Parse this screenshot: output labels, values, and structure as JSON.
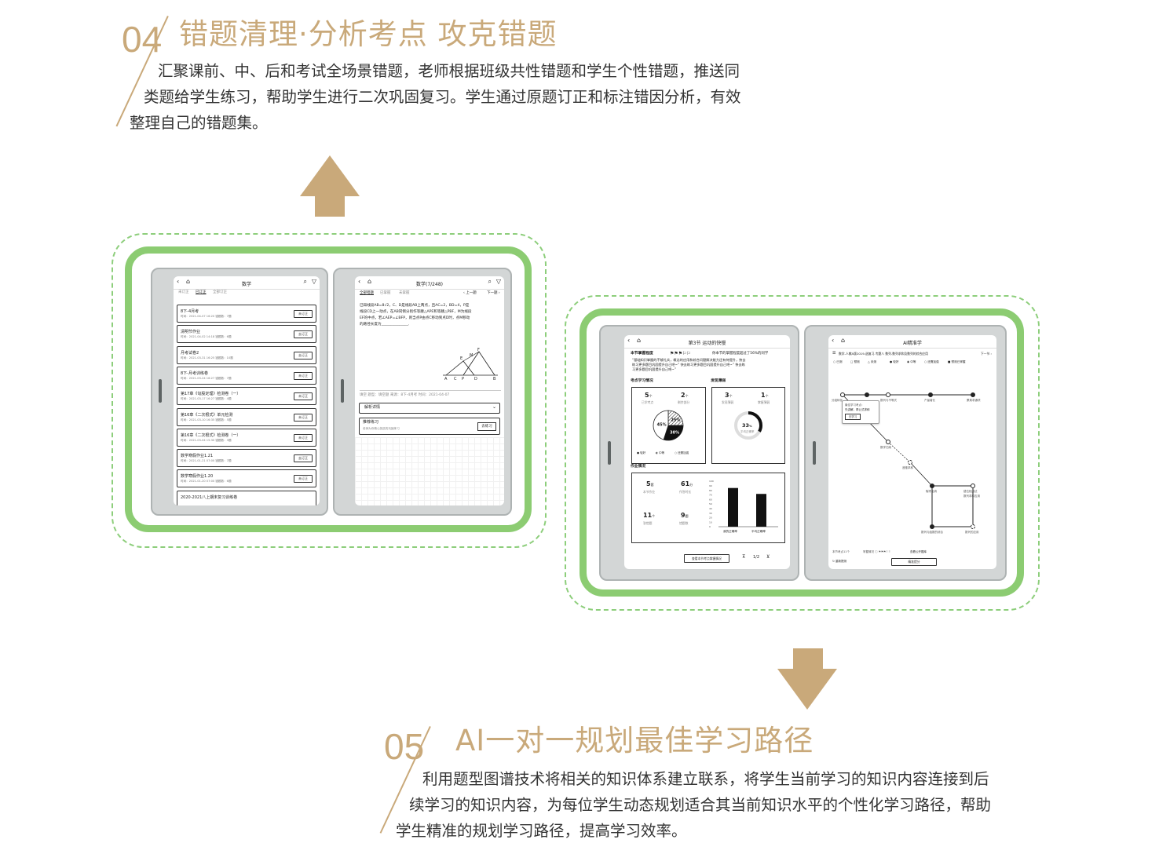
{
  "section04": {
    "number": "04",
    "title": "错题清理·分析考点 攻克错题",
    "lines": [
      "汇聚课前、中、后和考试全场景错题，老师根据班级共性错题和学生个性错题，推送同",
      "类题给学生练习，帮助学生进行二次巩固复习。学生通过原题订正和标注错因分析，有效",
      "整理自己的错题集。"
    ]
  },
  "section05": {
    "number": "05",
    "title": "AI一对一规划最佳学习路径",
    "lines": [
      "利用题型图谱技术将相关的知识体系建立联系，将学生当前学习的知识内容连接到后",
      "续学习的知识内容，为每位学生动态规划适合其当前知识水平的个性化学习路径，帮助",
      "学生精准的规划学习路径，提高学习效率。"
    ]
  },
  "colors": {
    "accent": "#c9a97a",
    "green": "#8ccc72",
    "dash": "#8dce7b"
  },
  "screen1": {
    "title": "数学",
    "tabs": [
      "未订正",
      "已订正",
      "全部订正"
    ],
    "items": [
      {
        "title": "8下-4月考",
        "sub": "时间：2021-04-07 16:20  错题数：7题",
        "tag": "未订正"
      },
      {
        "title": "清明节作业",
        "sub": "时间：2021-04-02 14:18  错题数：6题",
        "tag": "去订正"
      },
      {
        "title": "月考试卷2",
        "sub": "时间：2021-03-31 16:25  错题数：10题",
        "tag": "去订正"
      },
      {
        "title": "8下-月考训练卷",
        "sub": "时间：2021-03-24 16:27  错题数：7题",
        "tag": "未订正"
      },
      {
        "title": "第17章《勾股定理》检测卷（一）",
        "sub": "时间：2021-03-17 16:27  错题数：4题",
        "tag": "未订正"
      },
      {
        "title": "第16章《二次根式》单元检测",
        "sub": "时间：2021-03-10 16:35  错题数：5题",
        "tag": "未订正"
      },
      {
        "title": "第16章《二次根式》检测卷（一）",
        "sub": "时间：2021-03-04 15:30  错题数：3题",
        "tag": "未订正"
      },
      {
        "title": "数学寒假作业1.21",
        "sub": "时间：2021-01-21 07:00  错题数：7题",
        "tag": "去订正"
      },
      {
        "title": "数学寒假作业1.20",
        "sub": "时间：2021-01-20 07:00  错题数：6题",
        "tag": "未订正"
      },
      {
        "title": "2020-2021八上期末复习训练卷",
        "sub": "",
        "tag": ""
      }
    ]
  },
  "screen2": {
    "title": "数学(7/248)",
    "tabs": [
      "全部错题",
      "已掌握",
      "未掌握"
    ],
    "prev": "上一题",
    "next": "下一题",
    "question": [
      "已知线段AB=8√2，C、D是线段AB上两点，且AC=2，BD=4，P是",
      "线段CD上一动点，在AB同侧分别作等腰△APE和等腰△PBF，M为线段",
      "EF的中点，若∠AEP=∠BFP，则当点P由点C移动到点D时，点M移动",
      "的路径长度为_______________."
    ],
    "meta": "填空  题型：填空题  来源：8下-4月考  时间：2021-04-07",
    "analysis": "解析详情",
    "recommend": "推荐练习",
    "recommend_sub": "老师为你精心挑选的巩固练习",
    "practice": "去练习"
  },
  "screen3": {
    "title": "第3节 运动的快慢",
    "mastery_label": "本节掌握程度",
    "beat_text": "你本节的掌握程度超过了56%的同学",
    "advice": [
      "“基础知识掌握的不够扎实，概念的应用和综合问题解决能力还有待提升，快去",
      "练习更多题目巩固提升自己吧~” 快去练习更多题目巩固提升自己吧~” 快去练",
      "习更多题目巩固提升自己吧~”"
    ],
    "study_label": "考点学习情况",
    "weak_label": "发现薄弱",
    "learned": "5",
    "learned_unit": "个",
    "learned_label": "已学考点",
    "remaining": "2",
    "remaining_unit": "个",
    "remaining_label": "剩余部分",
    "weak": "3",
    "weak_unit": "个",
    "mastered": "1",
    "mastered_unit": "个",
    "mastered_label": "掌握薄弱",
    "rate": "33",
    "rate_unit": "%",
    "rate_label": "平均正确率",
    "pie": [
      {
        "label": "25%",
        "value": 25
      },
      {
        "label": "30%",
        "value": 30
      },
      {
        "label": "45%",
        "value": 45
      }
    ],
    "pie_legend": [
      "较好",
      "中等",
      "还需加强"
    ],
    "homework_label": "作业情况",
    "hw_count": "5",
    "hw_count_unit": "套",
    "hw_count_label": "本节作业",
    "hw_time": "61",
    "hw_time_unit": "分",
    "hw_time_label": "作答时长",
    "hw_wrong": "11",
    "hw_wrong_unit": "个",
    "hw_wrong_label": "答错题",
    "hw_fixed": "9",
    "hw_fixed_unit": "题",
    "hw_fixed_label": "错题数",
    "bars": {
      "categories": [
        "我的正确率",
        "平均正确率"
      ],
      "values": [
        85,
        72
      ],
      "ticks": [
        "100",
        "90",
        "80",
        "70",
        "60",
        "50",
        "40",
        "30",
        "20",
        "10",
        "0"
      ]
    },
    "view_btn": "查看本节考点掌握情况",
    "page": "1/2"
  },
  "screen4": {
    "title": "AI精准学",
    "crumb": "数学-人教A版2019-选复习-专题八 数列-数列求和及数列的综合应用",
    "next": "下一节",
    "legend": [
      "已测",
      "预测",
      "未测",
      "较好",
      "中等",
      "还需加强",
      "预测已掌握"
    ],
    "popup_title": "最佳学习考点：",
    "popup_text": "先讲解，再公式求和",
    "popup_btn": "去学习",
    "nodes": [
      "分组转化",
      "数列与不等式",
      "产量增长",
      "累乘求通项",
      "数学归纳",
      "递推求和",
      "裂项相消",
      "错位相减法",
      "数列求和应用",
      "数列与函数的综合",
      "数列的应用"
    ],
    "footer": "本节考点11个",
    "footer_mid": "掌握情况",
    "footer_right": "查看公开题库",
    "bottom_left": "重新提测",
    "bottom_btn": "精准提分"
  }
}
